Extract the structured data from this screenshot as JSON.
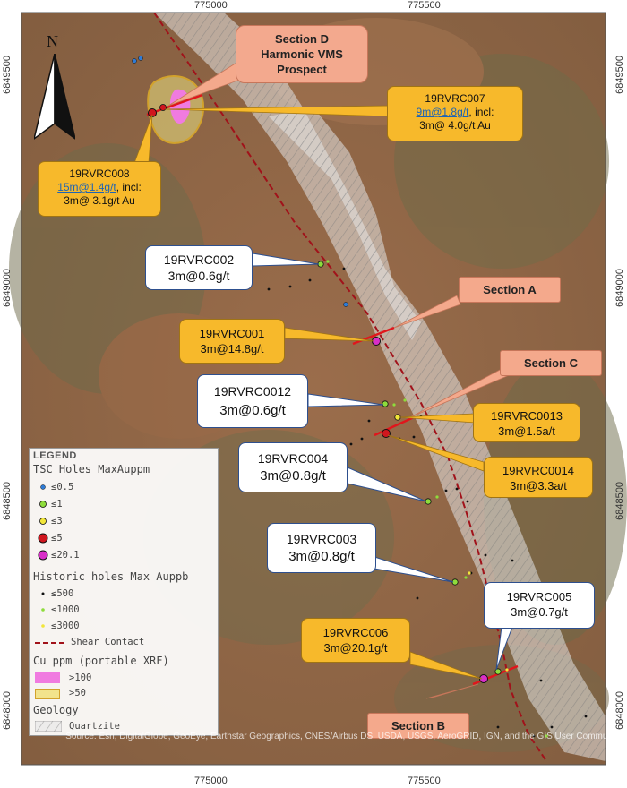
{
  "axes": {
    "x_ticks": [
      "775000",
      "775500"
    ],
    "y_ticks": [
      "6849500",
      "6849000",
      "6848500",
      "6848000"
    ]
  },
  "north_label": "N",
  "section_labels": {
    "d_line1": "Section D",
    "d_line2": "Harmonic VMS",
    "d_line3": "Prospect",
    "a": "Section A",
    "b": "Section B",
    "c": "Section C"
  },
  "callouts": {
    "c007": {
      "id": "19RVRC007",
      "line2_link": "9m@1.8g/t",
      "line2_rest": ", incl:",
      "line3": "3m@ 4.0g/t Au"
    },
    "c008": {
      "id": "19RVRC008",
      "line2_link": "15m@1.4g/t",
      "line2_rest": ", incl:",
      "line3": "3m@ 3.1g/t Au"
    },
    "c002": {
      "id": "19RVRC002",
      "result": "3m@0.6g/t"
    },
    "c001": {
      "id": "19RVRC001",
      "result": "3m@14.8g/t"
    },
    "c0012": {
      "id": "19RVRC0012",
      "result": "3m@0.6g/t"
    },
    "c0013": {
      "id": "19RVRC0013",
      "result": "3m@1.5a/t"
    },
    "c004": {
      "id": "19RVRC004",
      "result": "3m@0.8g/t"
    },
    "c0014": {
      "id": "19RVRC0014",
      "result": "3m@3.3a/t"
    },
    "c003": {
      "id": "19RVRC003",
      "result": "3m@0.8g/t"
    },
    "c005": {
      "id": "19RVRC005",
      "result": "3m@0.7g/t"
    },
    "c006": {
      "id": "19RVRC006",
      "result": "3m@20.1g/t"
    }
  },
  "legend": {
    "title": "LEGEND",
    "tsc_head": "TSC Holes MaxAuppm",
    "tsc_items": [
      "≤0.5",
      "≤1",
      "≤3",
      "≤5",
      "≤20.1"
    ],
    "tsc_colors": [
      "#2e7bd6",
      "#8edc3c",
      "#f2e63a",
      "#d0161e",
      "#d92ec8"
    ],
    "hist_head": "Historic holes Max Auppb",
    "hist_items": [
      "≤500",
      "≤1000",
      "≤3000"
    ],
    "hist_colors": [
      "#111111",
      "#8edc3c",
      "#f2e63a"
    ],
    "shear": "Shear Contact",
    "cu_head": "Cu ppm (portable XRF)",
    "cu_items": [
      ">100",
      ">50"
    ],
    "cu_colors": [
      "#f07be0",
      "#f2e38c"
    ],
    "geo_head": "Geology",
    "geo_item": "Quartzite"
  },
  "attribution": "Source: Esri, DigitalGlobe, GeoEye, Earthstar Geographics, CNES/Airbus DS, USDA, USGS, AeroGRID, IGN, and the GIS User Community"
}
